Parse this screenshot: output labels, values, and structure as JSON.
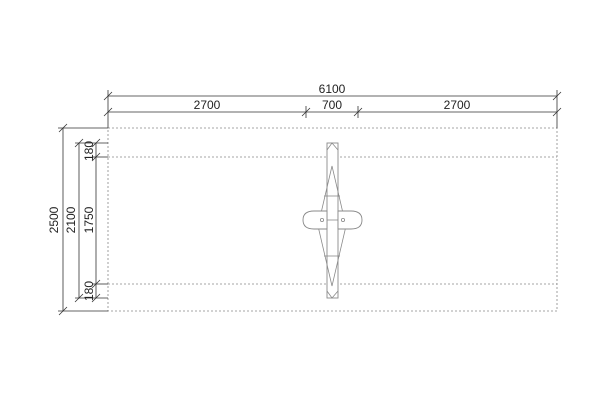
{
  "dimensions": {
    "overall_width": "6100",
    "segment_left": "2700",
    "segment_middle": "700",
    "segment_right": "2700",
    "overall_height": "2500",
    "inner_height": "2100",
    "middle_height": "1750",
    "top_margin": "180",
    "bottom_margin": "180"
  }
}
